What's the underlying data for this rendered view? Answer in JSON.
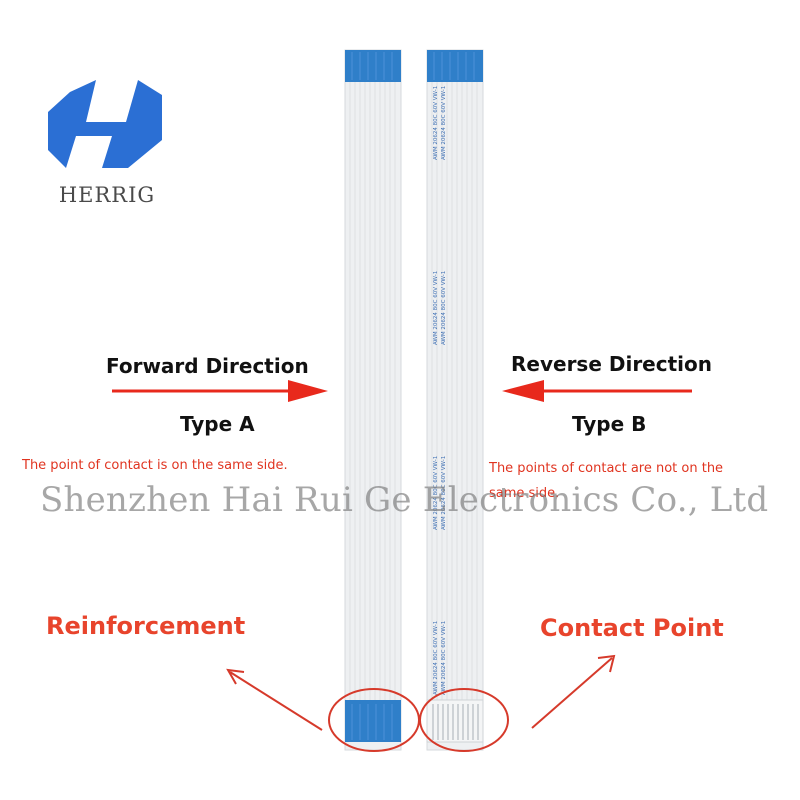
{
  "brand": {
    "name": "HERRIG",
    "logo_color": "#2b6fd4"
  },
  "type_a": {
    "direction": "Forward Direction",
    "type": "Type A",
    "note": "The point of contact is on the same side."
  },
  "type_b": {
    "direction": "Reverse Direction",
    "type": "Type B",
    "note_line1": "The points of contact are not on the",
    "note_line2": "same side."
  },
  "callouts": {
    "reinforcement": "Reinforcement",
    "contact_point": "Contact Point"
  },
  "watermark": "Shenzhen Hai Rui Ge Electronics Co., Ltd",
  "cable_print": "AWM 20624 80C 60V VW-1",
  "colors": {
    "arrow_red": "#e8291c",
    "callout_red": "#e8442c",
    "stiffener_blue": "#2f7fc9",
    "cable_gray": "#eef0f2"
  }
}
